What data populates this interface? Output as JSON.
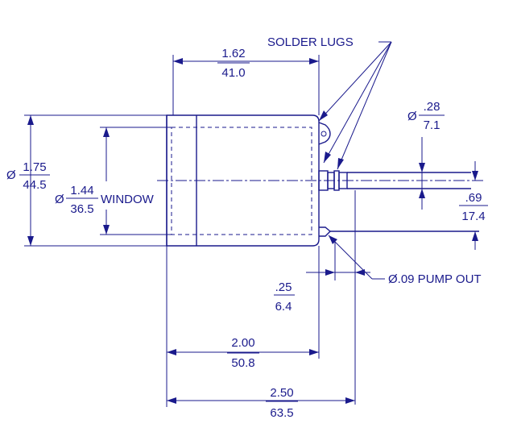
{
  "labels": {
    "solder_lugs": "SOLDER LUGS",
    "window": "WINDOW",
    "pump_out": "Ø.09 PUMP OUT",
    "diameter_symbol": "Ø"
  },
  "dimensions": {
    "outer_diameter": {
      "inch": "1.75",
      "mm": "44.5"
    },
    "window_diameter": {
      "inch": "1.44",
      "mm": "36.5"
    },
    "top_width": {
      "inch": "1.62",
      "mm": "41.0"
    },
    "stem_diameter": {
      "inch": ".28",
      "mm": "7.1"
    },
    "pump_offset": {
      "inch": ".69",
      "mm": "17.4"
    },
    "pump_gap": {
      "inch": ".25",
      "mm": "6.4"
    },
    "body_length": {
      "inch": "2.00",
      "mm": "50.8"
    },
    "overall_length": {
      "inch": "2.50",
      "mm": "63.5"
    }
  },
  "colors": {
    "line": "#1a1a8c",
    "background": "#ffffff"
  }
}
